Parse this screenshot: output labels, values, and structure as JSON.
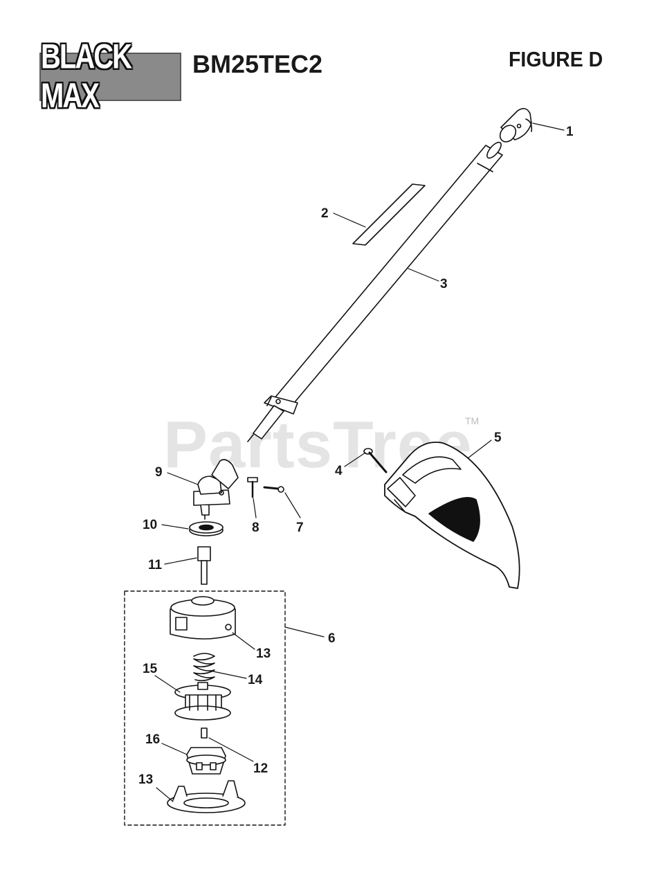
{
  "header": {
    "logo_text": "BLACK MAX",
    "model": "BM25TEC2",
    "figure": "FIGURE D"
  },
  "watermark": {
    "text": "PartsTree",
    "tm": "TM"
  },
  "callouts": [
    {
      "id": "c1",
      "label": "1"
    },
    {
      "id": "c2",
      "label": "2"
    },
    {
      "id": "c3",
      "label": "3"
    },
    {
      "id": "c4",
      "label": "4"
    },
    {
      "id": "c5",
      "label": "5"
    },
    {
      "id": "c6",
      "label": "6"
    },
    {
      "id": "c7",
      "label": "7"
    },
    {
      "id": "c8",
      "label": "8"
    },
    {
      "id": "c9",
      "label": "9"
    },
    {
      "id": "c10",
      "label": "10"
    },
    {
      "id": "c11",
      "label": "11"
    },
    {
      "id": "c12",
      "label": "12"
    },
    {
      "id": "c13a",
      "label": "13"
    },
    {
      "id": "c13b",
      "label": "13"
    },
    {
      "id": "c14",
      "label": "14"
    },
    {
      "id": "c15",
      "label": "15"
    },
    {
      "id": "c16",
      "label": "16"
    }
  ]
}
